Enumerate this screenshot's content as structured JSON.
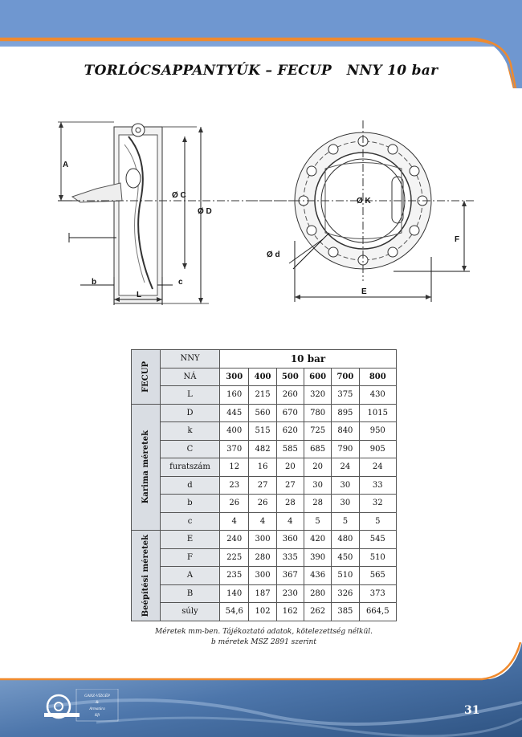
{
  "title": "TORLÓCSAPPANTYÚK – FECUP   NNY 10 bar",
  "drawing_labels": {
    "A": "A",
    "b": "b",
    "L": "L",
    "c": "c",
    "C": "Ø C",
    "D": "Ø D",
    "K": "Ø K",
    "d": "Ø d",
    "E": "E",
    "F": "F"
  },
  "table": {
    "cat_fecup": "FECUP",
    "cat_karima": "Karima méretek",
    "cat_beepitesi": "Beépítési méretek",
    "nny_label": "NNY",
    "pressure": "10 bar",
    "na_label": "NÁ",
    "dn": [
      "300",
      "400",
      "500",
      "600",
      "700",
      "800"
    ],
    "fecup_rows": [
      {
        "label": "L",
        "values": [
          "160",
          "215",
          "260",
          "320",
          "375",
          "430"
        ]
      }
    ],
    "karima_rows": [
      {
        "label": "D",
        "values": [
          "445",
          "560",
          "670",
          "780",
          "895",
          "1015"
        ]
      },
      {
        "label": "k",
        "values": [
          "400",
          "515",
          "620",
          "725",
          "840",
          "950"
        ]
      },
      {
        "label": "C",
        "values": [
          "370",
          "482",
          "585",
          "685",
          "790",
          "905"
        ]
      },
      {
        "label": "furatszám",
        "values": [
          "12",
          "16",
          "20",
          "20",
          "24",
          "24"
        ]
      },
      {
        "label": "d",
        "values": [
          "23",
          "27",
          "27",
          "30",
          "30",
          "33"
        ]
      },
      {
        "label": "b",
        "values": [
          "26",
          "26",
          "28",
          "28",
          "30",
          "32"
        ]
      },
      {
        "label": "c",
        "values": [
          "4",
          "4",
          "4",
          "5",
          "5",
          "5"
        ]
      }
    ],
    "beepitesi_rows": [
      {
        "label": "E",
        "values": [
          "240",
          "300",
          "360",
          "420",
          "480",
          "545"
        ]
      },
      {
        "label": "F",
        "values": [
          "225",
          "280",
          "335",
          "390",
          "450",
          "510"
        ]
      },
      {
        "label": "A",
        "values": [
          "235",
          "300",
          "367",
          "436",
          "510",
          "565"
        ]
      },
      {
        "label": "B",
        "values": [
          "140",
          "187",
          "230",
          "280",
          "326",
          "373"
        ]
      },
      {
        "label": "súly",
        "values": [
          "54,6",
          "102",
          "162",
          "262",
          "385",
          "664,5"
        ]
      }
    ]
  },
  "notes": {
    "line1": "Méretek mm-ben. Tájékoztató adatok, kötelezettség nélkül.",
    "line2": "b méretek MSZ 2891 szerint"
  },
  "footer": {
    "logo_text": [
      "GANZ-VÍZGÉP",
      "&",
      "Armatúra",
      "Kft"
    ],
    "page_number": "31"
  },
  "colors": {
    "top_band": "#6f97d0",
    "bottom_band": "#3d6294",
    "label_cell": "#e3e6ea",
    "category_cell": "#d9dde3"
  }
}
